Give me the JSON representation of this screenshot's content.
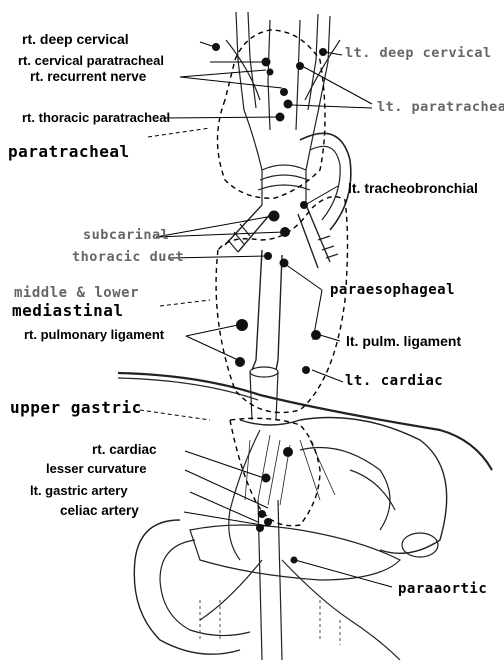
{
  "labels": {
    "rt_deep_cervical": "rt. deep cervical",
    "rt_cervical_paratracheal": "rt. cervical paratracheal",
    "rt_recurrent_nerve": "rt. recurrent nerve",
    "rt_thoracic_paratracheal": "rt. thoracic paratracheal",
    "paratracheal": "paratracheal",
    "lt_deep_cervical": "lt. deep cervical",
    "lt_paratracheal": "lt. paratracheal",
    "lt_tracheobronchial": "lt. tracheobronchial",
    "subcarinal": "subcarinal",
    "thoracic_duct": "thoracic duct",
    "middle_lower": "middle & lower",
    "mediastinal": "mediastinal",
    "paraesophageal": "paraesophageal",
    "rt_pulmonary_ligament": "rt. pulmonary ligament",
    "lt_pulm_ligament": "lt. pulm. ligament",
    "lt_cardiac": "lt. cardiac",
    "upper_gastric": "upper gastric",
    "rt_cardiac": "rt. cardiac",
    "lesser_curvature": "lesser curvature",
    "lt_gastric_artery": "lt. gastric artery",
    "celiac_artery": "celiac artery",
    "paraaortic": "paraaortic"
  }
}
